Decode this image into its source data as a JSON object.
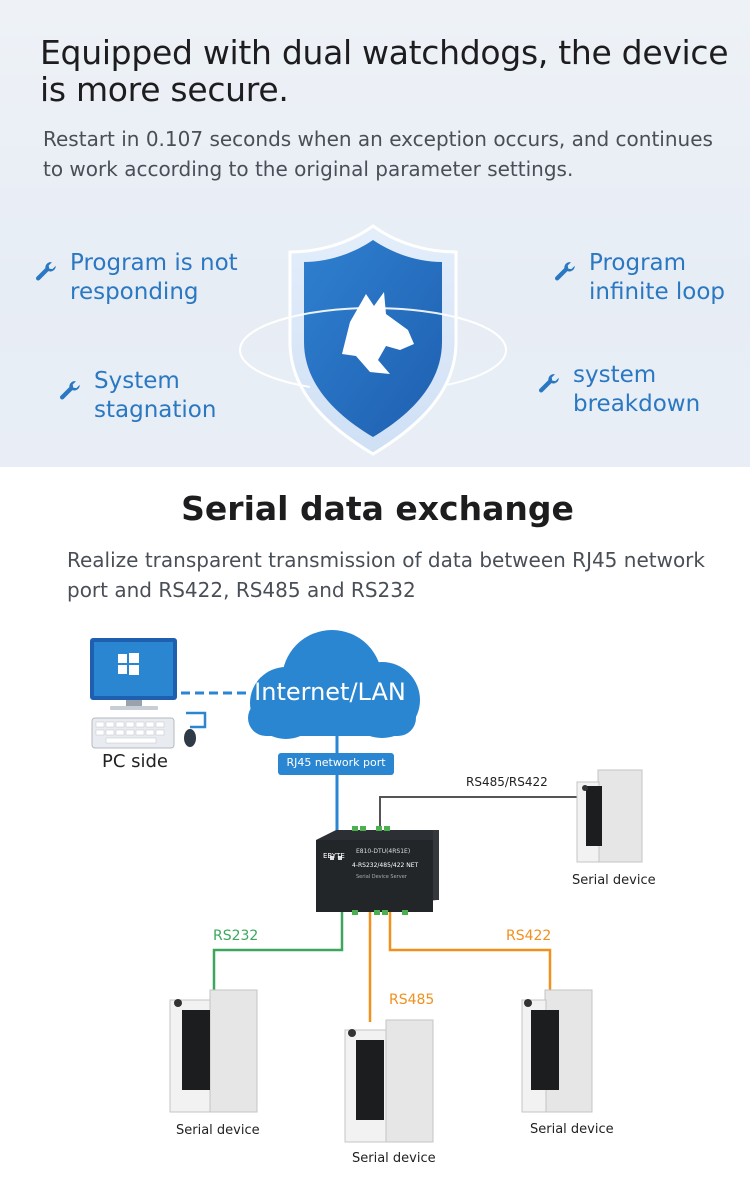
{
  "watchdog": {
    "title": "Equipped with dual watchdogs, the device is more secure.",
    "subtitle": "Restart in 0.107 seconds when an exception occurs, and continues to work according to the original parameter settings.",
    "features": [
      {
        "line1": "Program is not",
        "line2": "responding"
      },
      {
        "line1": "Program",
        "line2": "infinite loop"
      },
      {
        "line1": "System",
        "line2": "stagnation"
      },
      {
        "line1": "system",
        "line2": "breakdown"
      }
    ]
  },
  "serial": {
    "title": "Serial data exchange",
    "subtitle": "Realize transparent transmission of data between RJ45 network port and RS422, RS485 and RS232"
  },
  "diagram": {
    "cloud_label": "Internet/LAN",
    "pc_label": "PC side",
    "rj45_label": "RJ45 network port",
    "rs485_rs422_label": "RS485/RS422",
    "rs232_label": "RS232",
    "rs485_label": "RS485",
    "rs422_label": "RS422",
    "serial_device_label": "Serial device",
    "device_brand": "EBYTE",
    "device_model": "E810-DTU(4RS1E)",
    "device_name": "4-RS232/485/422 NET",
    "device_desc": "Serial Device Server",
    "colors": {
      "rs232": "#3aa85c",
      "rs485": "#f0901e",
      "rs422": "#f0901e",
      "ethernet": "#2a86d1",
      "rs485_rs422": "#555555"
    }
  }
}
